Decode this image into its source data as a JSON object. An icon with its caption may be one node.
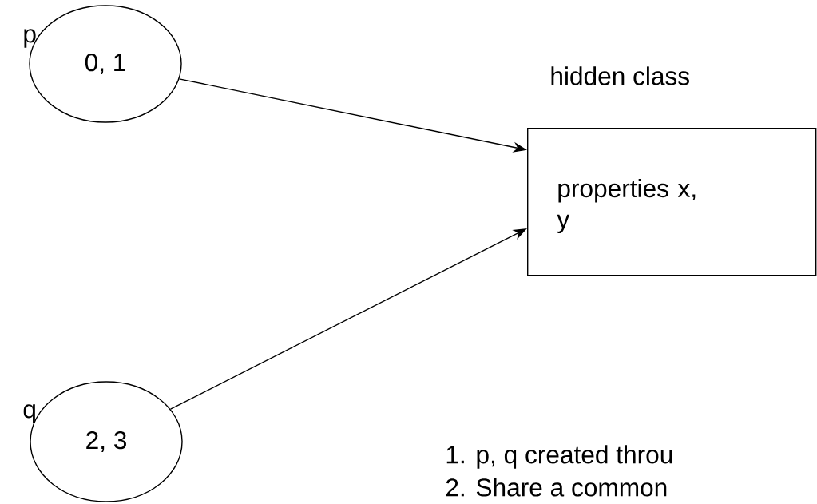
{
  "diagram": {
    "nodes": [
      {
        "text": [
          "0, 1"
        ],
        "beside": [
          "p"
        ]
      },
      {
        "text": [
          "2, 3"
        ],
        "beside": [
          "q"
        ]
      },
      {
        "text": [
          "hidden class",
          "properties x, y"
        ]
      }
    ],
    "edges": [
      {
        "from": 0,
        "to": 2,
        "arrow": "to"
      },
      {
        "from": 1,
        "to": 2,
        "arrow": "to"
      }
    ],
    "labels": [
      "1. p, q created throu",
      "2. Share a common"
    ]
  }
}
